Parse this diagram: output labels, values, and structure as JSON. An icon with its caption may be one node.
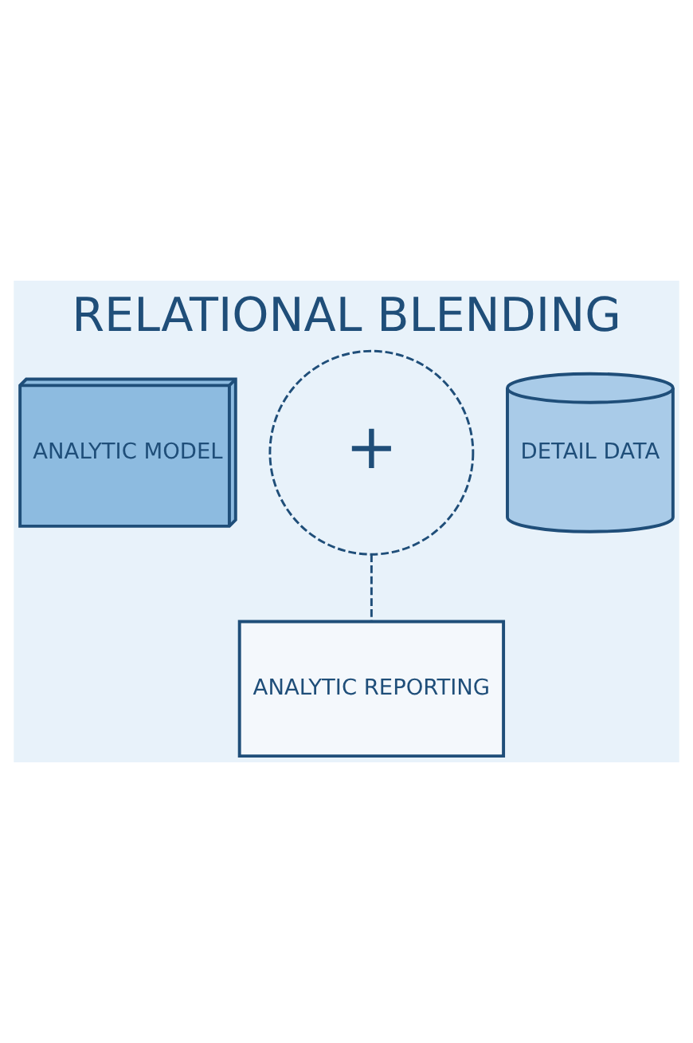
{
  "diagram": {
    "title": "RELATIONAL BLENDING",
    "nodes": [
      {
        "text": [
          "ANALYTIC MODEL"
        ]
      },
      {
        "text": [
          "+"
        ]
      },
      {
        "text": [
          "DETAIL DATA"
        ]
      },
      {
        "text": [
          "ANALYTIC REPORTING"
        ]
      }
    ],
    "edges": [
      {
        "from": 1,
        "to": 3,
        "arrow": "none",
        "style": "dashed"
      }
    ]
  }
}
